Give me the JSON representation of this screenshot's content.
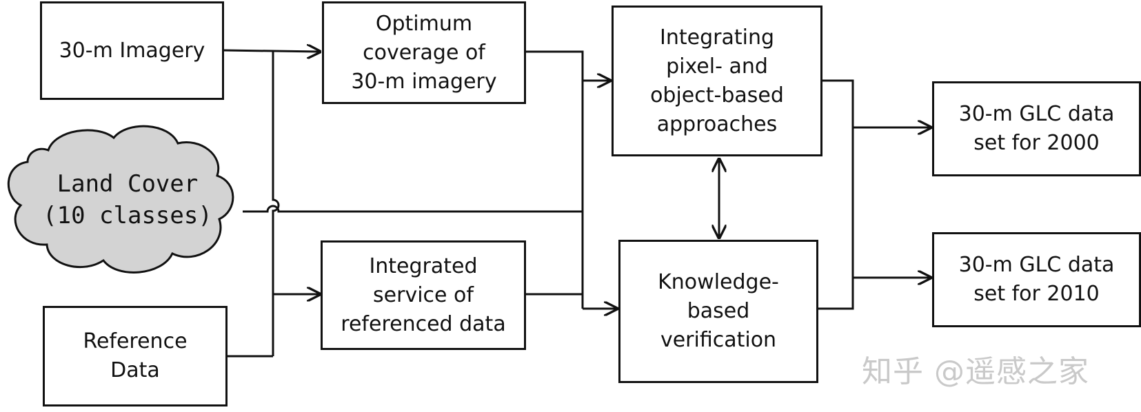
{
  "inputs": {
    "imagery": [
      "30-m Imagery"
    ],
    "land_cover": [
      "Land Cover",
      "(10 classes)"
    ],
    "reference": [
      "Reference",
      "Data"
    ]
  },
  "processing": {
    "coverage": [
      "Optimum",
      "coverage of",
      "30-m imagery"
    ],
    "reference_service": [
      "Integrated",
      "service of",
      "referenced data"
    ],
    "integrating": [
      "Integrating",
      "pixel- and",
      "object-based",
      "approaches"
    ],
    "verification": [
      "Knowledge-",
      "based",
      "verification"
    ]
  },
  "outputs": {
    "glc_2000": [
      "30-m GLC data",
      "set for 2000"
    ],
    "glc_2010": [
      "30-m GLC data",
      "set for 2010"
    ]
  },
  "watermark": "知乎 @遥感之家",
  "colors": {
    "cloud_fill": "#d3d3d3",
    "stroke": "#111111",
    "watermark": "#c9c9c9"
  }
}
